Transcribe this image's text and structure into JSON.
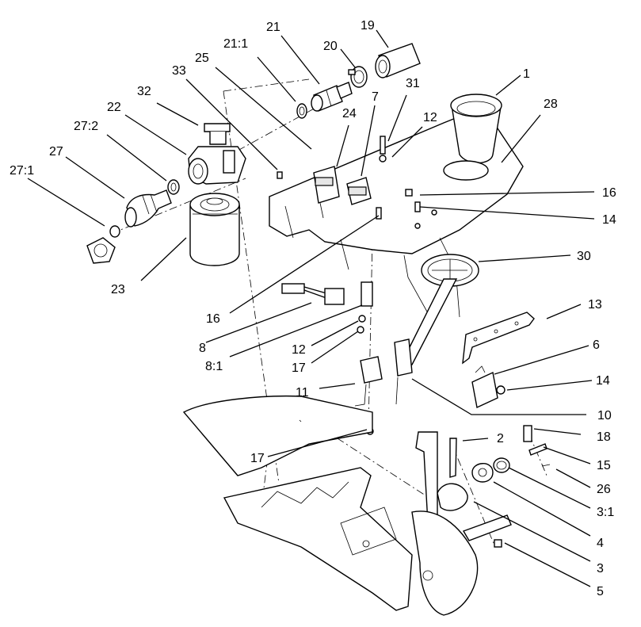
{
  "figure": {
    "callouts": [
      {
        "id": "c1",
        "label": "1"
      },
      {
        "id": "c28",
        "label": "28"
      },
      {
        "id": "c19",
        "label": "19"
      },
      {
        "id": "c20",
        "label": "20"
      },
      {
        "id": "c21",
        "label": "21"
      },
      {
        "id": "c21_1",
        "label": "21:1"
      },
      {
        "id": "c25",
        "label": "25"
      },
      {
        "id": "c33",
        "label": "33"
      },
      {
        "id": "c32",
        "label": "32"
      },
      {
        "id": "c22",
        "label": "22"
      },
      {
        "id": "c27_2",
        "label": "27:2"
      },
      {
        "id": "c27",
        "label": "27"
      },
      {
        "id": "c27_1",
        "label": "27:1"
      },
      {
        "id": "c24",
        "label": "24"
      },
      {
        "id": "c7",
        "label": "7"
      },
      {
        "id": "c31",
        "label": "31"
      },
      {
        "id": "c12a",
        "label": "12"
      },
      {
        "id": "c16a",
        "label": "16"
      },
      {
        "id": "c14a",
        "label": "14"
      },
      {
        "id": "c23",
        "label": "23"
      },
      {
        "id": "c16b",
        "label": "16"
      },
      {
        "id": "c30",
        "label": "30"
      },
      {
        "id": "c13",
        "label": "13"
      },
      {
        "id": "c8",
        "label": "8"
      },
      {
        "id": "c8_1",
        "label": "8:1"
      },
      {
        "id": "c12b",
        "label": "12"
      },
      {
        "id": "c17a",
        "label": "17"
      },
      {
        "id": "c6",
        "label": "6"
      },
      {
        "id": "c14b",
        "label": "14"
      },
      {
        "id": "c11",
        "label": "11"
      },
      {
        "id": "c10",
        "label": "10"
      },
      {
        "id": "c17b",
        "label": "17"
      },
      {
        "id": "c2",
        "label": "2"
      },
      {
        "id": "c18",
        "label": "18"
      },
      {
        "id": "c15",
        "label": "15"
      },
      {
        "id": "c26",
        "label": "26"
      },
      {
        "id": "c3_1",
        "label": "3:1"
      },
      {
        "id": "c4",
        "label": "4"
      },
      {
        "id": "c3",
        "label": "3"
      },
      {
        "id": "c5",
        "label": "5"
      }
    ]
  }
}
